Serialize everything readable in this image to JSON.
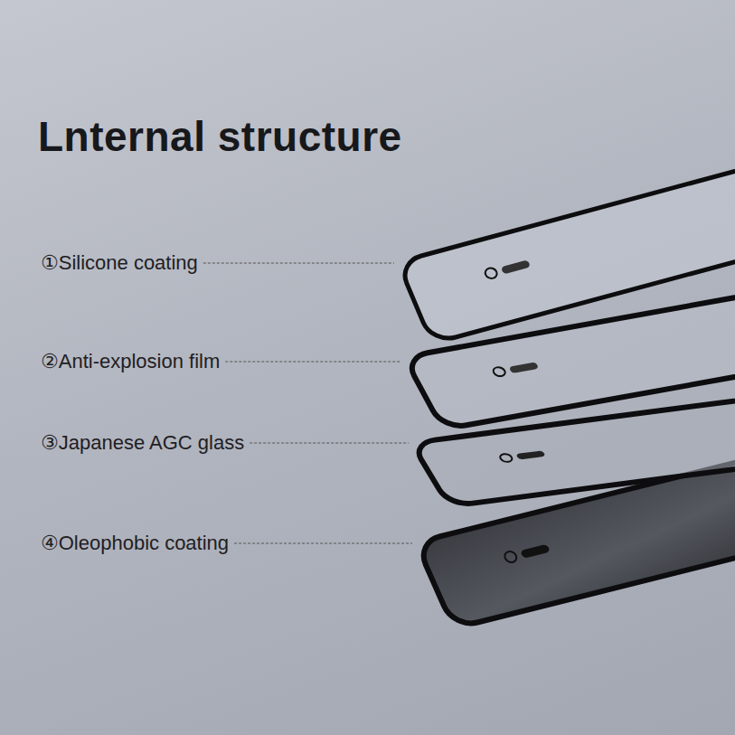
{
  "diagram": {
    "title": "Lnternal structure",
    "labels": [
      "①Silicone coating",
      "②Anti-explosion film",
      "③Japanese AGC glass",
      "④Oleophobic coating"
    ]
  }
}
